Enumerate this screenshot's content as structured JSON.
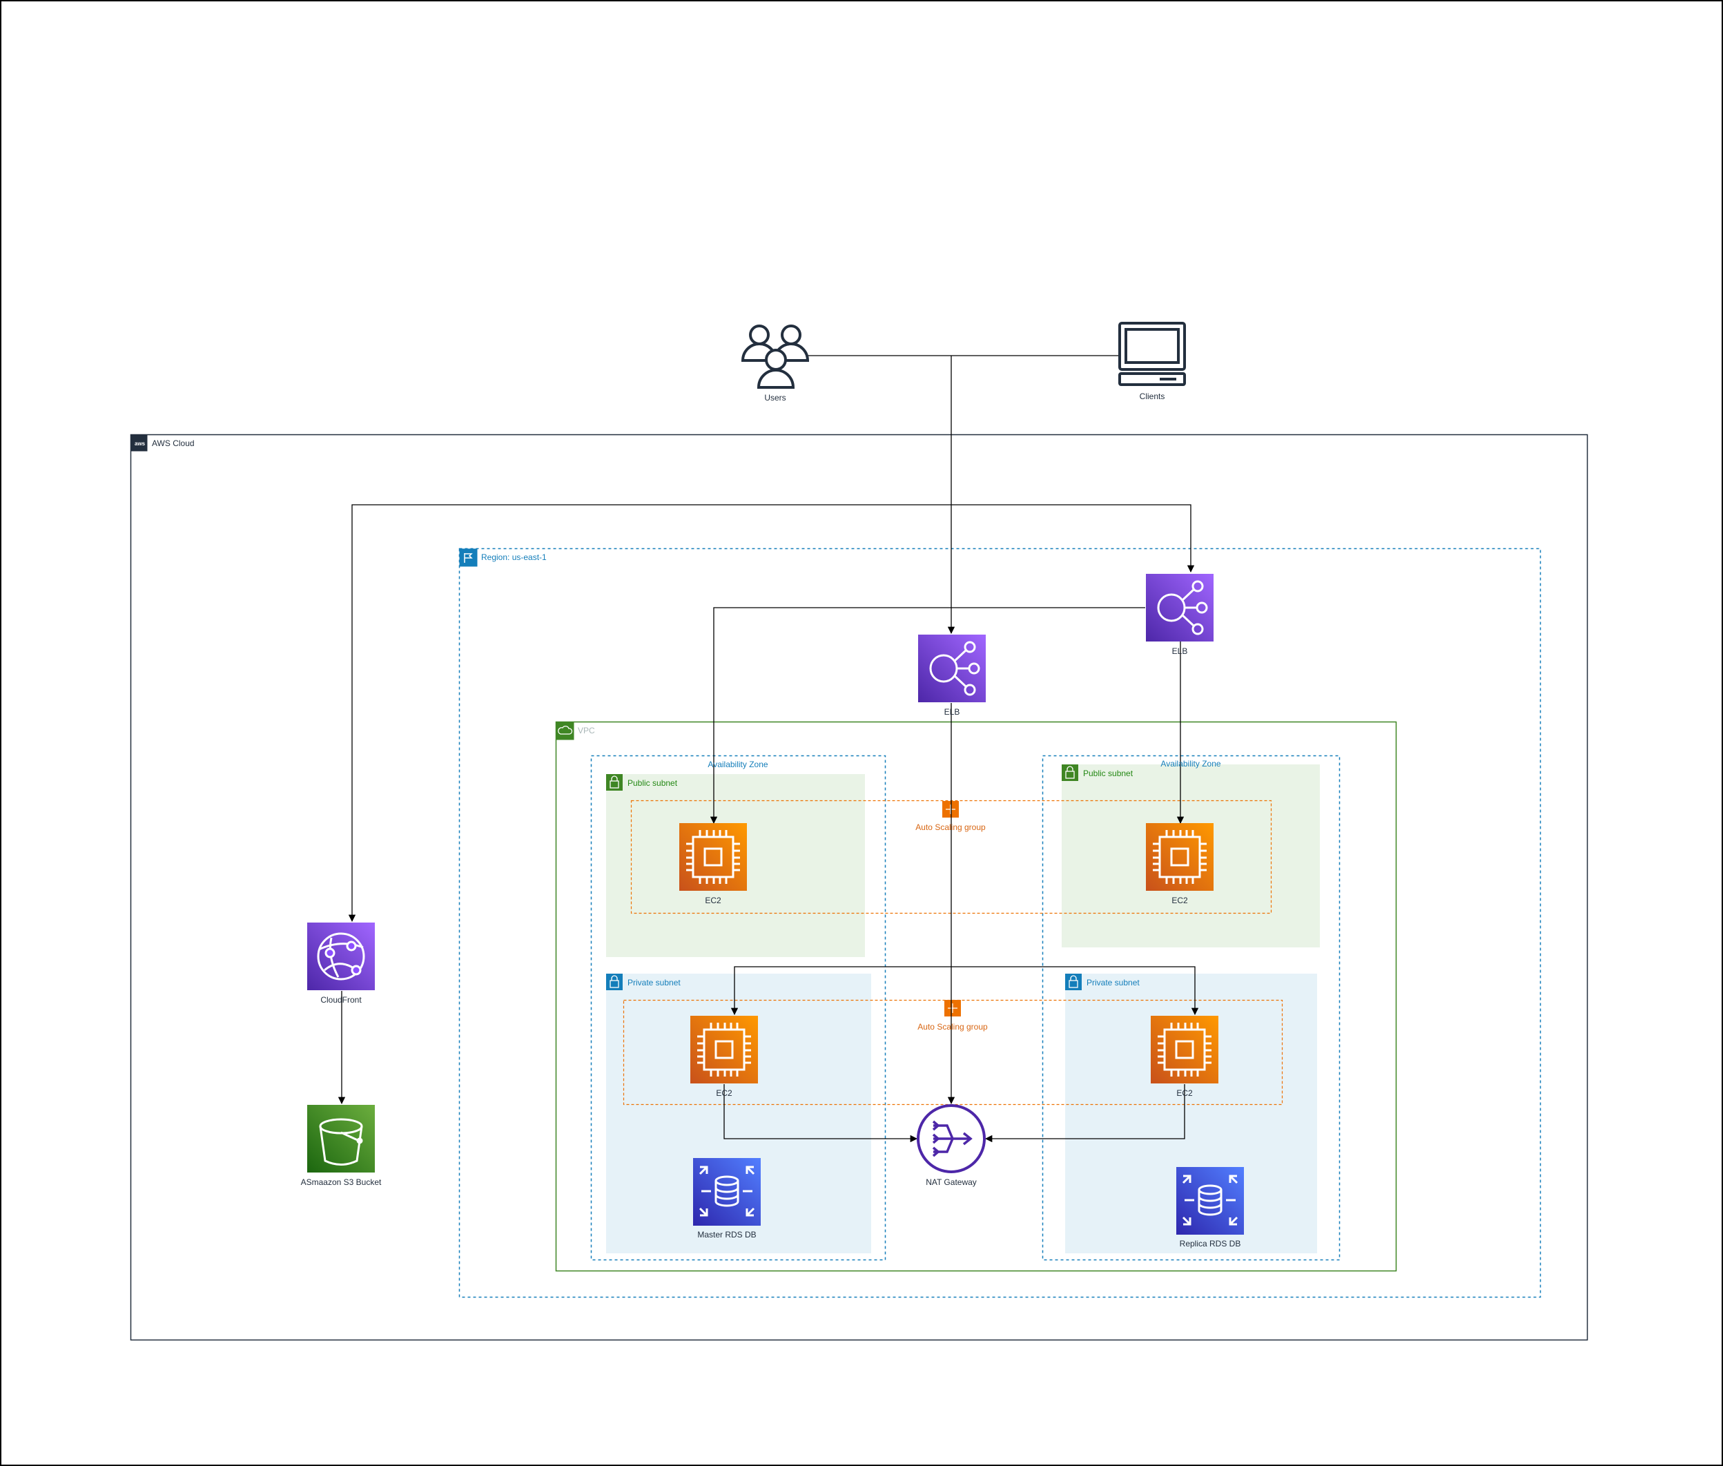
{
  "title": "",
  "groups": {
    "aws_cloud": "AWS Cloud",
    "region": "Region: us-east-1",
    "vpc": "VPC",
    "az_left": "Availability Zone",
    "az_right": "Availability Zone",
    "public_subnet_left": "Public subnet",
    "public_subnet_right": "Public subnet",
    "private_subnet_left": "Private subnet",
    "private_subnet_right": "Private subnet",
    "asg_top": "Auto Scaling group",
    "asg_bottom": "Auto Scaling group"
  },
  "nodes": {
    "users": "Users",
    "clients": "Clients",
    "elb_center": "ELB",
    "elb_right": "ELB",
    "cloudfront": "CloudFront",
    "s3": "ASmaazon S3 Bucket",
    "ec2_public_left": "EC2",
    "ec2_public_right": "EC2",
    "ec2_private_left": "EC2",
    "ec2_private_right": "EC2",
    "nat_gateway": "NAT Gateway",
    "rds_master": "Master RDS DB",
    "rds_replica": "Replica RDS DB"
  },
  "colors": {
    "compute": "#ed7100",
    "network": "#8c4fff",
    "storage": "#3f8624",
    "database": "#3b48cc",
    "public_subnet_fill": "#e9f3e6",
    "private_subnet_fill": "#e6f2f8",
    "group_blue": "#147eba",
    "group_green": "#3f8624",
    "asg_orange": "#ed7100"
  }
}
